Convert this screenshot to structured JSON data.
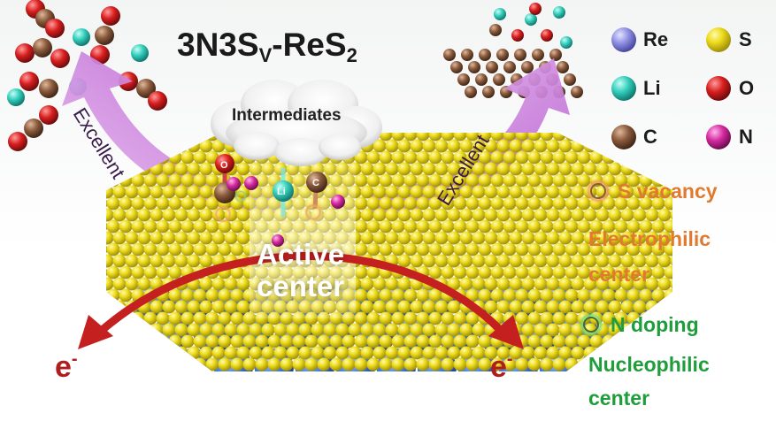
{
  "title": {
    "main": "3N3S",
    "sub_v": "V",
    "mid": "-ReS",
    "sub_2": "2"
  },
  "intermediates": "Intermediates",
  "left_arrow_label": "Excellent",
  "right_arrow_label": "Excellent",
  "center_label": {
    "line1": "Active",
    "line2": "center"
  },
  "atom_labels": {
    "o": "O",
    "c": "C",
    "li": "Li"
  },
  "electron": {
    "e": "e",
    "charge": "-"
  },
  "legend": [
    {
      "label": "Re",
      "color": "#8c8ce0"
    },
    {
      "label": "S",
      "color": "#e8d81a"
    },
    {
      "label": "Li",
      "color": "#3fd2c0"
    },
    {
      "label": "O",
      "color": "#d81e1e"
    },
    {
      "label": "C",
      "color": "#8a5a3c"
    },
    {
      "label": "N",
      "color": "#d62aa0"
    }
  ],
  "annotations": {
    "s_vacancy": "S vacancy",
    "electrophilic_1": "Electrophilic",
    "electrophilic_2": "center",
    "n_doping": "N doping",
    "nucleophilic_1": "Nucleophilic",
    "nucleophilic_2": "center"
  }
}
